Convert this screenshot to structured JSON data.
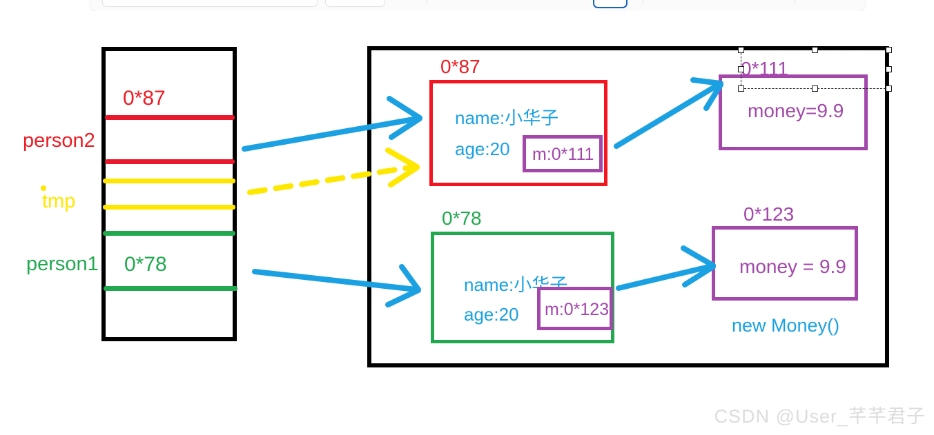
{
  "toolbar": {
    "present": true,
    "note": "partially cropped application toolbar at top edge"
  },
  "stack": {
    "frame_label": "stack-frame",
    "slots": [
      {
        "name": "person2",
        "name_color": "#ed1c24",
        "value": "0*87",
        "value_color": "#ed1c24",
        "divider_color": "#e8192c"
      },
      {
        "name": "tmp",
        "name_color": "#ffe800",
        "value": "",
        "value_color": "#ffe800",
        "divider_color": "#ffe600"
      },
      {
        "name": "person1",
        "name_color": "#22a84f",
        "value": "0*78",
        "value_color": "#22a84f",
        "divider_color": "#22a84f"
      }
    ]
  },
  "heap": {
    "objects": [
      {
        "id": "person-object-87",
        "address_label": "0*87",
        "border_color": "#f5151f",
        "fields": [
          {
            "label": "name:小华子"
          },
          {
            "label": "age:20"
          }
        ],
        "pointer_field": {
          "label": "m:0*111",
          "color": "#a347ab"
        }
      },
      {
        "id": "person-object-78",
        "address_label": "0*78",
        "border_color": "#22a84f",
        "fields": [
          {
            "label": "name:小华子"
          },
          {
            "label": "age:20"
          }
        ],
        "pointer_field": {
          "label": "m:0*123",
          "color": "#a347ab"
        }
      },
      {
        "id": "money-object-111",
        "address_label": "0*111",
        "border_color": "#a347ab",
        "body": "money=9.9",
        "selected": true
      },
      {
        "id": "money-object-123",
        "address_label": "0*123",
        "border_color": "#a347ab",
        "body": "money = 9.9",
        "caption": "new Money()",
        "caption_color": "#1ba1e2",
        "selected": false
      }
    ]
  },
  "arrows": [
    {
      "id": "person2-to-object87",
      "color": "#1ba1e2",
      "style": "solid"
    },
    {
      "id": "tmp-to-object87",
      "color": "#ffe800",
      "style": "dashed"
    },
    {
      "id": "person1-to-object78",
      "color": "#1ba1e2",
      "style": "solid"
    },
    {
      "id": "object87-to-money111",
      "color": "#1ba1e2",
      "style": "solid"
    },
    {
      "id": "object78-to-money123",
      "color": "#1ba1e2",
      "style": "solid"
    }
  ],
  "watermark": {
    "text": "CSDN @User_芊芊君子",
    "color": "#dcdcdc"
  },
  "colors": {
    "red": "#ed1c24",
    "yellow": "#ffe800",
    "green": "#22a84f",
    "blue": "#1ba1e2",
    "purple": "#a347ab",
    "black": "#000000"
  }
}
